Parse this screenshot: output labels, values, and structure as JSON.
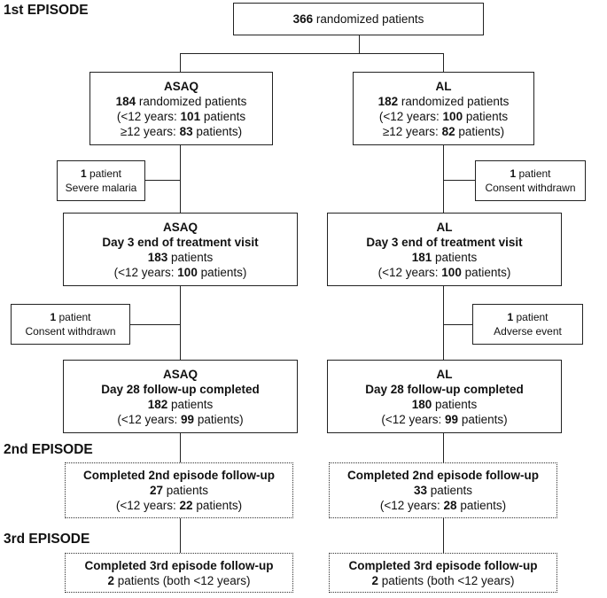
{
  "sections": {
    "first": "1st EPISODE",
    "second": "2nd EPISODE",
    "third": "3rd EPISODE"
  },
  "top": {
    "count": "366",
    "text": " randomized patients"
  },
  "asaq": {
    "randomized": {
      "arm": "ASAQ",
      "count": "184",
      "text": " randomized patients",
      "under12_pre": "(<12 years: ",
      "under12": "101",
      "under12_post": " patients",
      "over12_pre": "≥12 years: ",
      "over12": "83",
      "over12_post": " patients)"
    },
    "excl1": {
      "count": "1",
      "text": " patient",
      "reason": "Severe malaria"
    },
    "day3": {
      "arm": "ASAQ",
      "title": "Day 3 end of treatment visit",
      "count": "183",
      "text": " patients",
      "under12_pre": "(<12 years: ",
      "under12": "100",
      "under12_post": " patients)"
    },
    "excl2": {
      "count": "1",
      "text": " patient",
      "reason": "Consent withdrawn"
    },
    "day28": {
      "arm": "ASAQ",
      "title": "Day 28 follow-up completed",
      "count": "182",
      "text": " patients",
      "under12_pre": "(<12 years: ",
      "under12": "99",
      "under12_post": " patients)"
    },
    "ep2": {
      "title": "Completed 2nd episode follow-up",
      "count": "27",
      "text": " patients",
      "under12_pre": "(<12 years: ",
      "under12": "22",
      "under12_post": " patients)"
    },
    "ep3": {
      "title": "Completed 3rd episode follow-up",
      "count": "2",
      "text": " patients (both <12 years)"
    }
  },
  "al": {
    "randomized": {
      "arm": "AL",
      "count": "182",
      "text": " randomized patients",
      "under12_pre": "(<12 years: ",
      "under12": "100",
      "under12_post": " patients",
      "over12_pre": "≥12 years: ",
      "over12": "82",
      "over12_post": " patients)"
    },
    "excl1": {
      "count": "1",
      "text": " patient",
      "reason": "Consent withdrawn"
    },
    "day3": {
      "arm": "AL",
      "title": "Day 3 end of treatment visit",
      "count": "181",
      "text": " patients",
      "under12_pre": "(<12 years: ",
      "under12": "100",
      "under12_post": " patients)"
    },
    "excl2": {
      "count": "1",
      "text": " patient",
      "reason": "Adverse event"
    },
    "day28": {
      "arm": "AL",
      "title": "Day 28 follow-up completed",
      "count": "180",
      "text": " patients",
      "under12_pre": "(<12 years: ",
      "under12": "99",
      "under12_post": " patients)"
    },
    "ep2": {
      "title": "Completed 2nd episode follow-up",
      "count": "33",
      "text": " patients",
      "under12_pre": "(<12 years: ",
      "under12": "28",
      "under12_post": " patients)"
    },
    "ep3": {
      "title": "Completed 3rd episode follow-up",
      "count": "2",
      "text": " patients (both <12 years)"
    }
  }
}
